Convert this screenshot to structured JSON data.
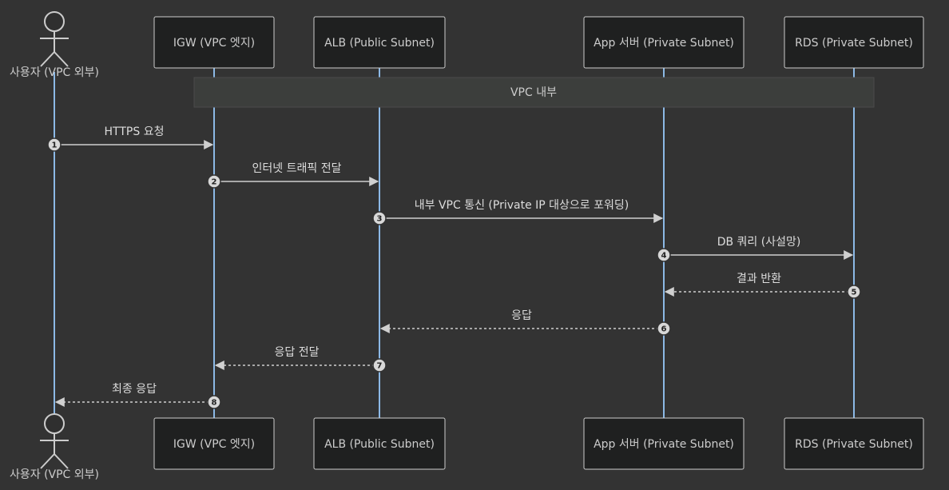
{
  "participants": [
    {
      "id": "user",
      "label": "사용자 (VPC 외부)",
      "kind": "actor"
    },
    {
      "id": "igw",
      "label": "IGW (VPC 엣지)",
      "kind": "box"
    },
    {
      "id": "alb",
      "label": "ALB (Public Subnet)",
      "kind": "box"
    },
    {
      "id": "app",
      "label": "App 서버 (Private Subnet)",
      "kind": "box"
    },
    {
      "id": "rds",
      "label": "RDS (Private Subnet)",
      "kind": "box"
    }
  ],
  "note": {
    "text": "VPC 내부",
    "from": "igw",
    "to": "rds"
  },
  "messages": [
    {
      "seq": "1",
      "from": "user",
      "to": "igw",
      "text": "HTTPS 요청",
      "style": "solid"
    },
    {
      "seq": "2",
      "from": "igw",
      "to": "alb",
      "text": "인터넷 트래픽 전달",
      "style": "solid"
    },
    {
      "seq": "3",
      "from": "alb",
      "to": "app",
      "text": "내부 VPC 통신 (Private IP 대상으로 포워딩)",
      "style": "solid"
    },
    {
      "seq": "4",
      "from": "app",
      "to": "rds",
      "text": "DB 쿼리 (사설망)",
      "style": "solid"
    },
    {
      "seq": "5",
      "from": "rds",
      "to": "app",
      "text": "결과 반환",
      "style": "dotted"
    },
    {
      "seq": "6",
      "from": "app",
      "to": "alb",
      "text": "응답",
      "style": "dotted"
    },
    {
      "seq": "7",
      "from": "alb",
      "to": "igw",
      "text": "응답 전달",
      "style": "dotted"
    },
    {
      "seq": "8",
      "from": "igw",
      "to": "user",
      "text": "최종 응답",
      "style": "dotted"
    }
  ],
  "colors": {
    "background": "#333333",
    "lifeline": "#8cb9e6",
    "box_fill": "#1f2020",
    "box_stroke": "#cccccc",
    "note_fill": "#3c3e3c",
    "arrow": "#d0d0d0"
  }
}
